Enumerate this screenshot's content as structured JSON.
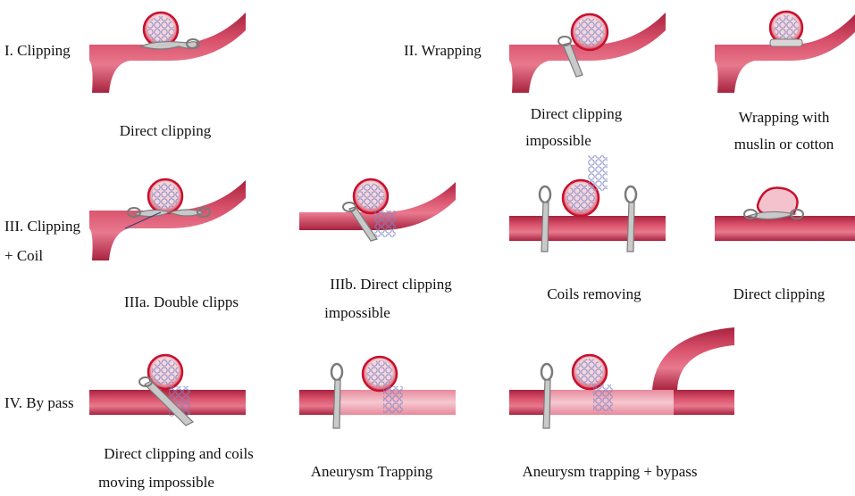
{
  "rows": {
    "r1": "I. Clipping",
    "r2": "II. Wrapping",
    "r3a": "III. Clipping",
    "r3b": "+ Coil",
    "r4": "IV. By pass"
  },
  "captions": {
    "direct_clipping": "Direct clipping",
    "wrap_a_1": "Direct clipping",
    "wrap_a_2": "impossible",
    "wrap_b_1": "Wrapping with",
    "wrap_b_2": "muslin or cotton",
    "iiia": "IIIa. Double clipps",
    "iiib_1": "IIIb. Direct clipping",
    "iiib_2": "impossible",
    "coils_removing": "Coils removing",
    "direct_clipping_2": "Direct clipping",
    "bypass_1": "Direct clipping and coils",
    "bypass_2": "moving impossible",
    "trapping": "Aneurysm Trapping",
    "trapping_bypass": "Aneurysm trapping + bypass"
  },
  "colors": {
    "vessel": "#d9516b",
    "vessel_dark": "#a8233f",
    "vessel_light": "#f3b9c5",
    "sac": "#c8102e",
    "coil": "#7f86c6",
    "clip": "#8a8a8a"
  }
}
